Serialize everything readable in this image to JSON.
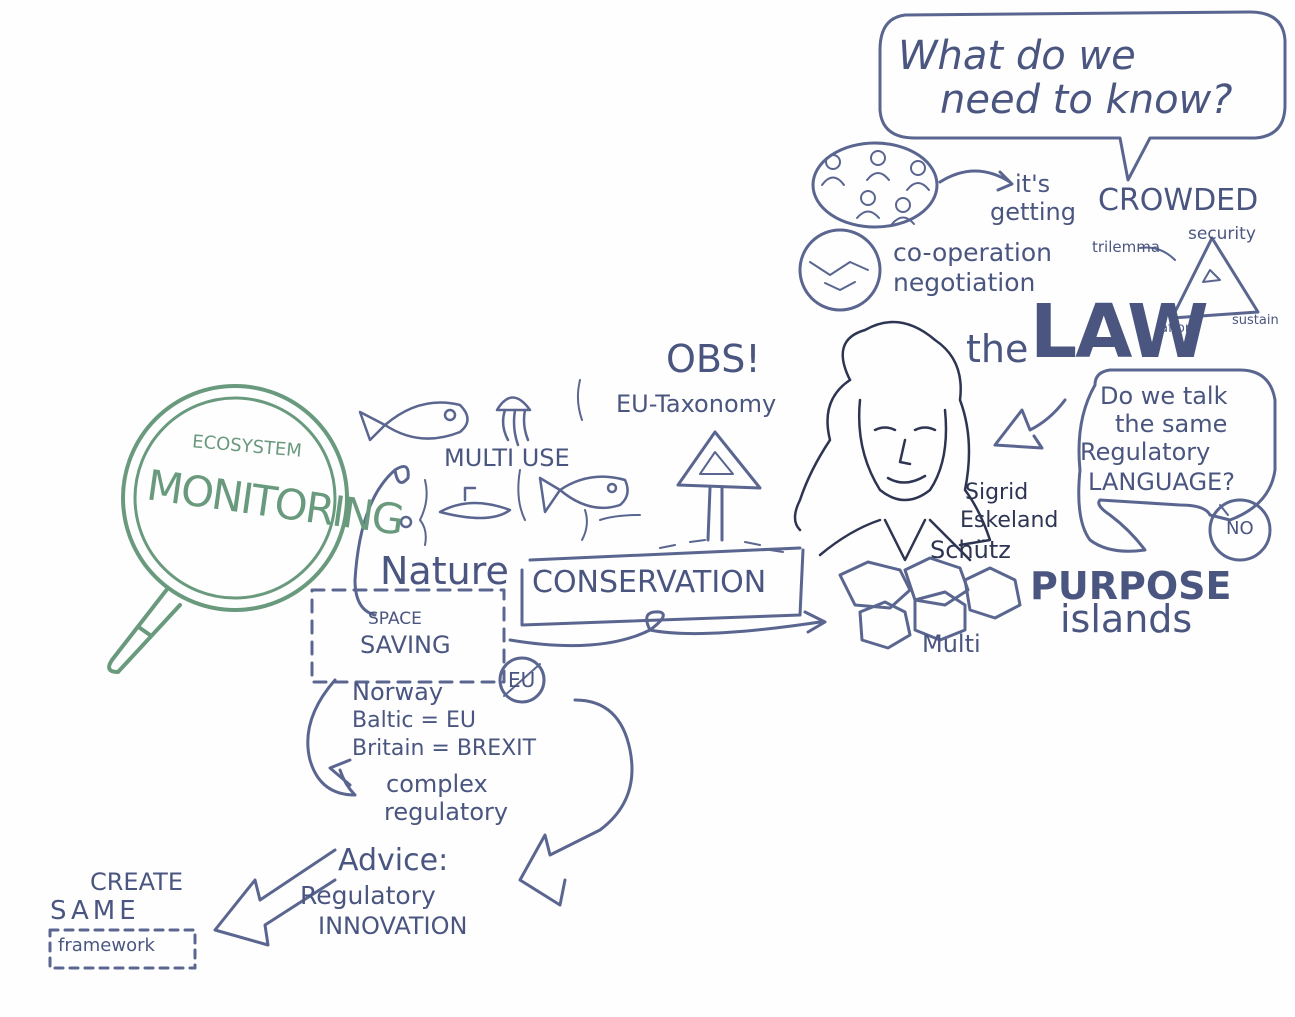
{
  "question": {
    "line1": "What do we",
    "line2": "need to know?"
  },
  "crowded": {
    "its": "it's",
    "getting": "getting",
    "crowded": "CROWDED"
  },
  "cooperation": {
    "line1": "co-operation",
    "line2": "negotiation"
  },
  "trilemma": {
    "trilemma": "trilemma",
    "security": "security",
    "afford": "afford",
    "sustain": "sustain"
  },
  "law": {
    "the": "the",
    "law": "LAW"
  },
  "language": {
    "line1": "Do we talk",
    "line2": "the same",
    "line3": "Regulatory",
    "line4": "LANGUAGE?",
    "answer": "NO"
  },
  "speaker": {
    "first": "Sigrid",
    "middle": "Eskeland",
    "last": "Schütz"
  },
  "obs": {
    "label": "OBS!",
    "taxonomy": "EU-Taxonomy"
  },
  "magnifier": {
    "top": "ECOSYSTEM",
    "main": "MONITORING"
  },
  "multi_use": "MULTI USE",
  "nature": "Nature",
  "conservation": "CONSERVATION",
  "space_saving": {
    "line1": "SPACE",
    "line2": "SAVING"
  },
  "purpose_islands": {
    "purpose": "PURPOSE",
    "multi": "Multi",
    "islands": "islands"
  },
  "countries": {
    "eu_badge": "EU",
    "line1": "Norway",
    "line2": "Baltic = EU",
    "line3": "Britain = BREXIT"
  },
  "complex": {
    "line1": "complex",
    "line2": "regulatory"
  },
  "advice": {
    "line1": "Advice:",
    "line2": "Regulatory",
    "line3": "INNOVATION"
  },
  "create": {
    "line1": "CREATE",
    "line2": "SAME",
    "line3": "framework"
  },
  "colors": {
    "ink": "#4a5680",
    "dark_ink": "#2e3552",
    "green": "#6a9a7e"
  }
}
